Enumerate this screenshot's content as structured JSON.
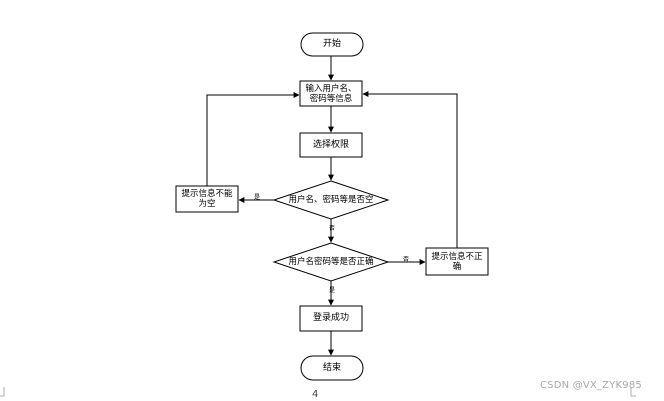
{
  "flowchart": {
    "nodes": {
      "start": "开始",
      "input_credentials": "输入用户名、\n密码等信息",
      "select_permission": "选择权限",
      "empty_check": "用户名、密码等是否空",
      "empty_error": "提示信息不能\n为空",
      "correct_check": "用户名密码等是否正确",
      "wrong_error": "提示信息不正\n确",
      "login_success": "登录成功",
      "end": "结束"
    },
    "edge_labels": {
      "empty_yes": "是",
      "empty_no": "否",
      "correct_no": "否",
      "correct_yes": "是"
    }
  },
  "footer": {
    "page_number": "4",
    "watermark": "CSDN @VX_ZYK985"
  },
  "colors": {
    "line": "#000000",
    "background": "#ffffff",
    "watermark": "#a8a8a8"
  }
}
